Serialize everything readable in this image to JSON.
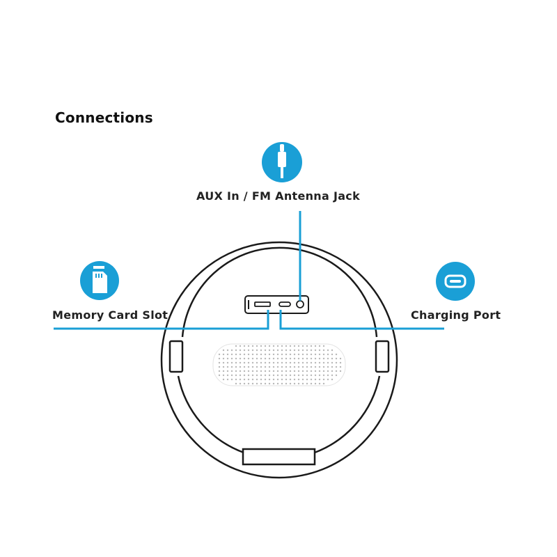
{
  "heading": "Connections",
  "accent_color": "#1a9fd6",
  "callouts": [
    {
      "id": "aux",
      "label": "AUX In / FM Antenna Jack",
      "icon": "audio-plug-icon"
    },
    {
      "id": "memory",
      "label": "Memory Card Slot",
      "icon": "sd-card-icon"
    },
    {
      "id": "charging",
      "label": "Charging Port",
      "icon": "usb-c-port-icon"
    }
  ]
}
